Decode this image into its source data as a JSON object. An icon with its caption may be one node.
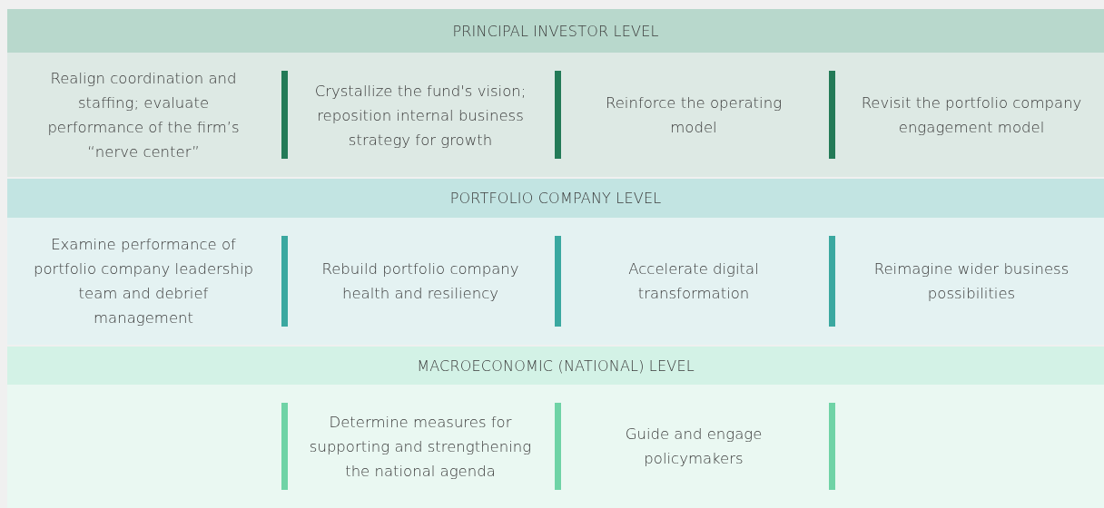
{
  "diagram": {
    "nodes": [
      {
        "text": [
          "PRINCIPAL INVESTOR LEVEL"
        ]
      },
      {
        "text": [
          "Realign coordination and staffing; evaluate performance of the firm’s “nerve center”"
        ],
        "in": 0
      },
      {
        "text": [
          "Crystallize the fund's vision; reposition internal business strategy for growth"
        ],
        "in": 0
      },
      {
        "text": [
          "Reinforce the operating model"
        ],
        "in": 0
      },
      {
        "text": [
          "Revisit the portfolio company engagement model"
        ],
        "in": 0
      },
      {
        "text": [
          "PORTFOLIO COMPANY LEVEL"
        ]
      },
      {
        "text": [
          "Examine performance of portfolio company leadership team and debrief management"
        ],
        "in": 5
      },
      {
        "text": [
          "Rebuild portfolio company health and resiliency"
        ],
        "in": 5
      },
      {
        "text": [
          "Accelerate digital transformation"
        ],
        "in": 5
      },
      {
        "text": [
          "Reimagine wider business possibilities"
        ],
        "in": 5
      },
      {
        "text": [
          "MACROECONOMIC (NATIONAL) LEVEL"
        ]
      },
      {
        "text": [
          "Determine measures for supporting and strengthening the national agenda"
        ],
        "in": 10
      },
      {
        "text": [
          "Guide and engage policymakers"
        ],
        "in": 10
      }
    ]
  }
}
